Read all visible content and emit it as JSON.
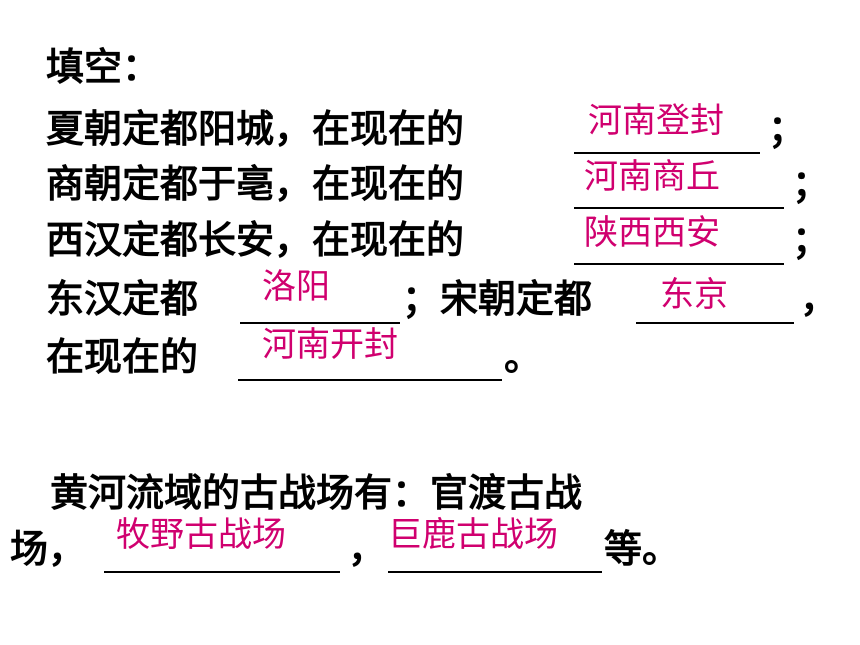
{
  "heading": "填空：",
  "lines": [
    {
      "prefix": "夏朝定都阳城，在现在的",
      "suffix": "；"
    },
    {
      "prefix": "商朝定都于亳，在现在的",
      "suffix": "；"
    },
    {
      "prefix": "西汉定都长安，在现在的",
      "suffix": "；"
    },
    {
      "prefix": "东汉定都",
      "middle": "；宋朝定都",
      "suffix": "，"
    },
    {
      "prefix": "在现在的",
      "suffix": "。"
    }
  ],
  "second": {
    "line1": "黄河流域的古战场有：官渡古战",
    "line2_prefix": "场，",
    "line2_middle": "，",
    "line2_suffix": "等。"
  },
  "answers": {
    "xia": "河南登封",
    "shang": "河南商丘",
    "xihan": "陕西西安",
    "donghan": "洛阳",
    "song": "东京",
    "song_now": "河南开封",
    "battle1": "牧野古战场",
    "battle2": "巨鹿古战场"
  },
  "colors": {
    "text": "#000000",
    "answer": "#d0006f"
  }
}
